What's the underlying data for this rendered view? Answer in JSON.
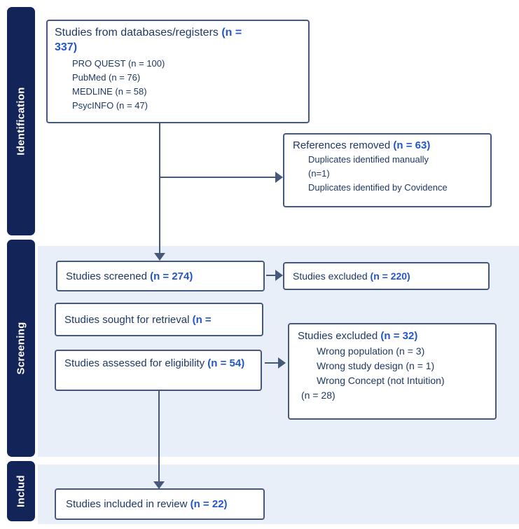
{
  "palette": {
    "bar_bg": "#122458",
    "bar_text": "#ffffff",
    "box_border": "#46597c",
    "box_bg": "#ffffff",
    "text": "#1f3864",
    "n_accent": "#2356c7",
    "section_bg": "#e9eff9",
    "arrow": "#46597c"
  },
  "sidebar": {
    "sections": [
      {
        "label": "Identification"
      },
      {
        "label": "Screening"
      },
      {
        "label": "Includ"
      }
    ]
  },
  "boxes": {
    "databases": {
      "title": "Studies from databases/registers ",
      "n": "(n = 337)",
      "lines": [
        "PRO QUEST (n = 100)",
        "PubMed (n = 76)",
        "MEDLINE (n = 58)",
        "PsycINFO (n = 47)"
      ]
    },
    "references_removed": {
      "title": "References removed ",
      "n": "(n = 63)",
      "lines": [
        "Duplicates identified manually",
        "(n=1)",
        "Duplicates identified by Covidence"
      ]
    },
    "screened": {
      "title": "Studies screened ",
      "n": "(n = 274)"
    },
    "excluded_screening": {
      "title": "Studies excluded ",
      "n": "(n = 220)"
    },
    "sought": {
      "title": "Studies sought for retrieval ",
      "n": "(n ="
    },
    "assessed": {
      "title": "Studies assessed for eligibility ",
      "n": "(n = 54)"
    },
    "excluded_eligibility": {
      "title": "Studies excluded ",
      "n": "(n = 32)",
      "lines": [
        "Wrong population (n = 3)",
        "Wrong study design (n = 1)",
        "Wrong Concept (not Intuition)",
        "(n = 28)"
      ]
    },
    "included": {
      "title": "Studies included in review ",
      "n": "(n = 22)"
    }
  }
}
